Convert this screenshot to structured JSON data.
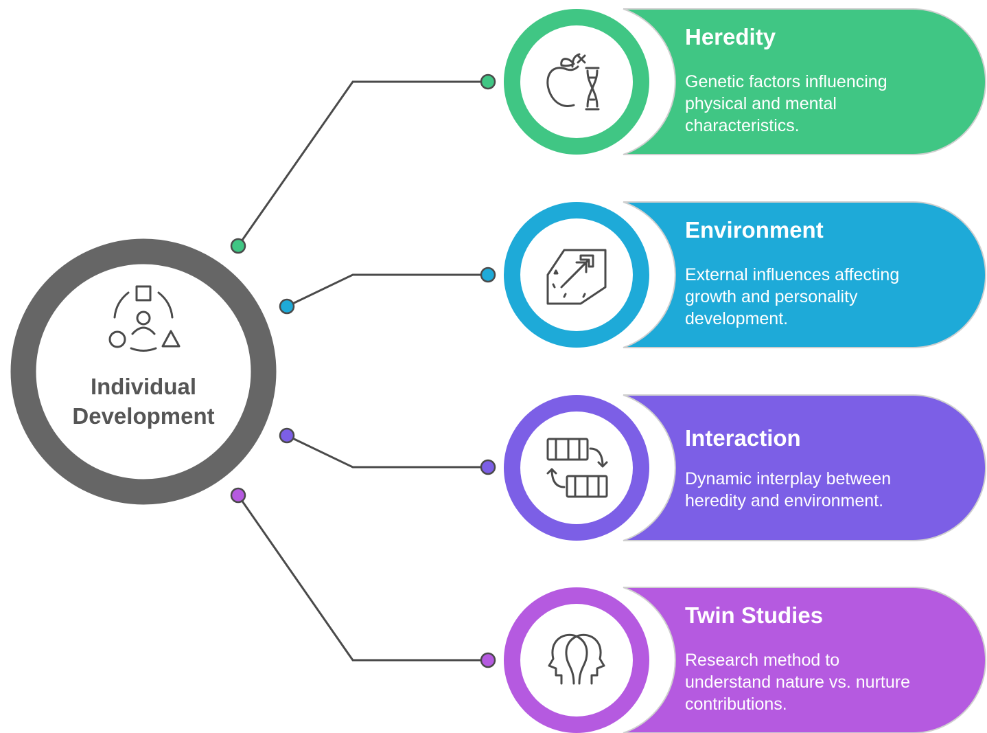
{
  "center": {
    "label_line1": "Individual",
    "label_line2": "Development",
    "icon": "shapes-person-icon",
    "ring_color": "#666666"
  },
  "branches": [
    {
      "id": "heredity",
      "title": "Heredity",
      "desc_lines": [
        "Genetic factors influencing",
        "physical and mental",
        "characteristics."
      ],
      "color": "#40c684",
      "icon": "apple-dna-icon"
    },
    {
      "id": "environment",
      "title": "Environment",
      "desc_lines": [
        "External influences affecting",
        "growth and personality",
        "development."
      ],
      "color": "#1eaad8",
      "icon": "growth-arrow-icon"
    },
    {
      "id": "interaction",
      "title": "Interaction",
      "desc_lines": [
        "Dynamic interplay between",
        "heredity and environment."
      ],
      "color": "#7c5fe6",
      "icon": "swap-arrows-icon"
    },
    {
      "id": "twin-studies",
      "title": "Twin Studies",
      "desc_lines": [
        "Research method to",
        "understand nature vs. nurture",
        "contributions."
      ],
      "color": "#b55ae0",
      "icon": "two-heads-icon"
    }
  ]
}
